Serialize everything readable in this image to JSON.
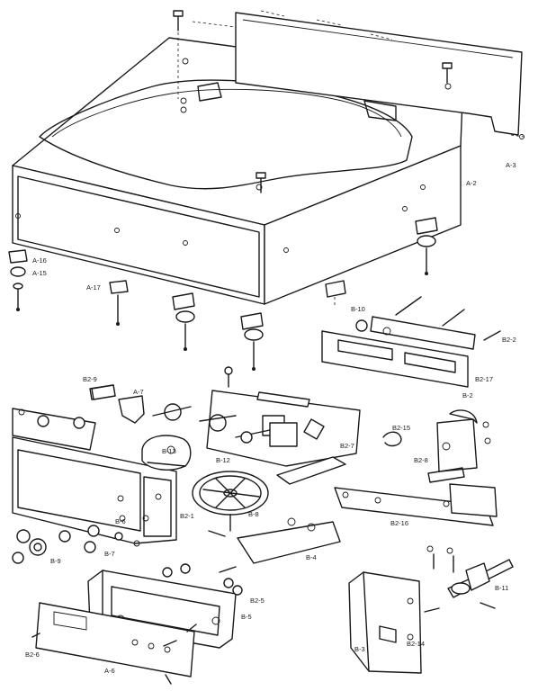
{
  "labels": {
    "A-2": "A-2",
    "A-3": "A-3",
    "A-6": "A-6",
    "A-7": "A-7",
    "A-15": "A-15",
    "A-16": "A-16",
    "A-17": "A-17",
    "B-2": "B-2",
    "B-3": "B-3",
    "B-4": "B-4",
    "B-5": "B-5",
    "B-6": "B-6",
    "B-7": "B-7",
    "B-8": "B-8",
    "B-9": "B-9",
    "B-10": "B-10",
    "B-11": "B-11",
    "B-12": "B-12",
    "B-13": "B-13",
    "B2-1": "B2-1",
    "B2-2": "B2-2",
    "B2-5": "B2-5",
    "B2-6": "B2-6",
    "B2-7": "B2-7",
    "B2-8": "B2-8",
    "B2-9": "B2-9",
    "B2-14": "B2-14",
    "B2-15": "B2-15",
    "B2-16": "B2-16",
    "B2-17": "B2-17"
  }
}
